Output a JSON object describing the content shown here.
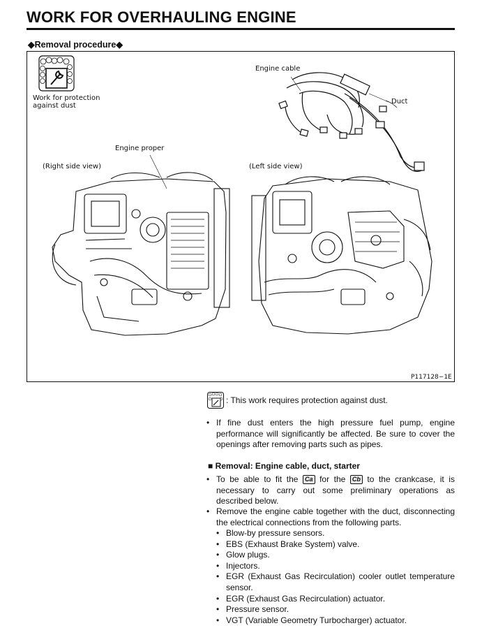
{
  "page": {
    "title": "WORK FOR OVERHAULING ENGINE",
    "subtitle": "◆Removal procedure◆"
  },
  "figure": {
    "dust_icon_label_1": "Work for protection",
    "dust_icon_label_2": "against dust",
    "engine_cable_label": "Engine cable",
    "duct_label": "Duct",
    "engine_proper_label": "Engine proper",
    "right_side_view_label": "(Right side view)",
    "left_side_view_label": "(Left side view)",
    "figure_code": "P117128−1E"
  },
  "notes": {
    "dust_note": ":  This work requires protection against dust.",
    "bullet": "•",
    "dust_warning": "If fine dust enters the high pressure fuel pump, engine performance will significantly be affected. Be sure to cover the openings after removing parts such as pipes."
  },
  "section": {
    "heading": "■ Removal: Engine cable, duct, starter",
    "para1_a": "To be able to fit the",
    "tool_a": "Ca",
    "para1_b": "for the",
    "tool_b": "Cb",
    "para1_c": "to the crankcase, it is necessary to carry out some preliminary operations as described below.",
    "para2": "Remove the engine cable together with the duct, disconnecting the electrical connections from the following parts.",
    "parts": [
      "Blow-by pressure sensors.",
      "EBS (Exhaust Brake System) valve.",
      "Glow plugs.",
      "Injectors.",
      "EGR (Exhaust Gas Recirculation) cooler outlet temperature sensor.",
      "EGR (Exhaust Gas Recirculation) actuator.",
      "Pressure sensor.",
      "VGT (Variable Geometry Turbocharger) actuator."
    ]
  }
}
